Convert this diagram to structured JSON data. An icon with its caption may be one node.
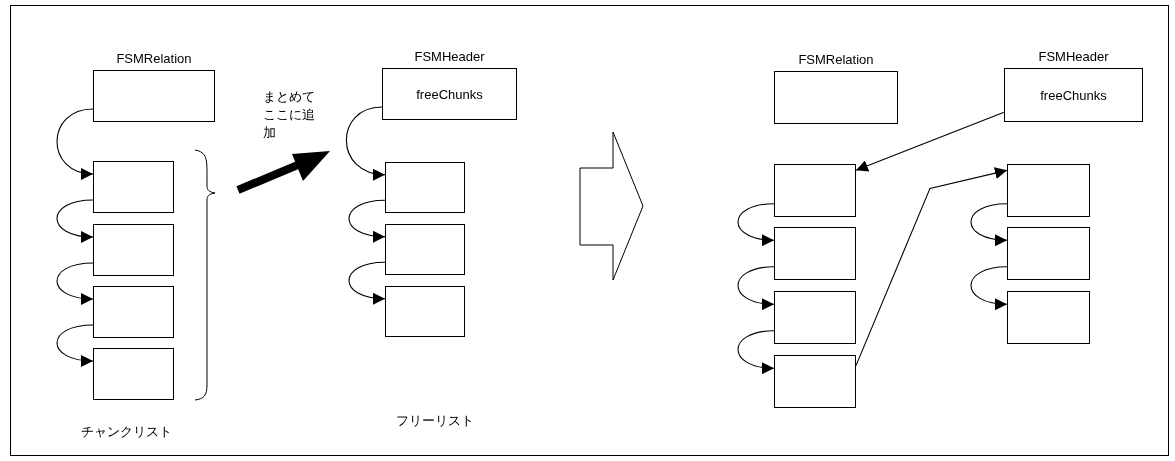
{
  "diagram": {
    "nodes": [
      {
        "text": [
          "FSMRelation"
        ]
      },
      {
        "text": [],
        "shape": "box"
      },
      {
        "text": [],
        "shape": "box"
      },
      {
        "text": [],
        "shape": "box"
      },
      {
        "text": [],
        "shape": "box"
      },
      {
        "text": [
          "FSMHeader",
          "freeChunks"
        ]
      },
      {
        "text": [],
        "shape": "box"
      },
      {
        "text": [],
        "shape": "box"
      },
      {
        "text": [],
        "shape": "box"
      },
      {
        "text": [
          "FSMRelation"
        ]
      },
      {
        "text": [
          "FSMHeader",
          "freeChunks"
        ]
      },
      {
        "text": [],
        "shape": "box"
      },
      {
        "text": [],
        "shape": "box"
      },
      {
        "text": [],
        "shape": "box"
      },
      {
        "text": [],
        "shape": "box"
      },
      {
        "text": [],
        "shape": "box"
      },
      {
        "text": [],
        "shape": "box"
      },
      {
        "text": [],
        "shape": "box"
      }
    ],
    "edges": [
      {
        "from": 0,
        "to": 1,
        "arrow": "to"
      },
      {
        "from": 1,
        "to": 2,
        "arrow": "to"
      },
      {
        "from": 2,
        "to": 3,
        "arrow": "to"
      },
      {
        "from": 3,
        "to": 4,
        "arrow": "to"
      },
      {
        "from": 5,
        "to": 6,
        "arrow": "to"
      },
      {
        "from": 6,
        "to": 7,
        "arrow": "to"
      },
      {
        "from": 7,
        "to": 8,
        "arrow": "to"
      },
      {
        "from": 10,
        "to": 11,
        "arrow": "to"
      },
      {
        "from": 11,
        "to": 12,
        "arrow": "to"
      },
      {
        "from": 12,
        "to": 13,
        "arrow": "to"
      },
      {
        "from": 13,
        "to": 14,
        "arrow": "to"
      },
      {
        "from": 14,
        "to": 15,
        "arrow": "to"
      },
      {
        "from": 15,
        "to": 16,
        "arrow": "to"
      },
      {
        "from": 16,
        "to": 17,
        "arrow": "to"
      }
    ],
    "labels": [
      "まとめてここに追加",
      "フリーリスト",
      "チャンクリスト"
    ]
  }
}
